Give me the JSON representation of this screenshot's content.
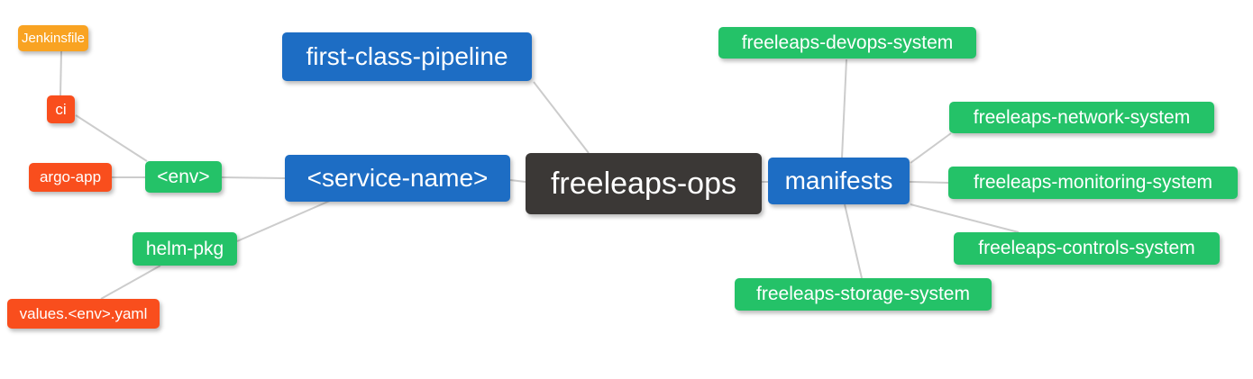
{
  "colors": {
    "root_node": "#3b3836",
    "level1_blue": "#1d6dc4",
    "level2_green": "#24c268",
    "level3_red_orange": "#f94e1d",
    "level4_orange": "#f9a322",
    "edge_line": "#cccccc",
    "background": "#ffffff",
    "node_text": "#ffffff"
  },
  "nodes": {
    "root": {
      "label": "freeleaps-ops"
    },
    "first_class_pipeline": {
      "label": "first-class-pipeline"
    },
    "service_name": {
      "label": "<service-name>"
    },
    "manifests": {
      "label": "manifests"
    },
    "env": {
      "label": "<env>"
    },
    "helm_pkg": {
      "label": "helm-pkg"
    },
    "ci": {
      "label": "ci"
    },
    "argo_app": {
      "label": "argo-app"
    },
    "jenkinsfile": {
      "label": "Jenkinsfile"
    },
    "values_env_yaml": {
      "label": "values.<env>.yaml"
    },
    "devops_system": {
      "label": "freeleaps-devops-system"
    },
    "network_system": {
      "label": "freeleaps-network-system"
    },
    "monitoring_system": {
      "label": "freeleaps-monitoring-system"
    },
    "controls_system": {
      "label": "freeleaps-controls-system"
    },
    "storage_system": {
      "label": "freeleaps-storage-system"
    }
  },
  "edges": [
    {
      "from": "freeleaps-ops",
      "to": "first-class-pipeline"
    },
    {
      "from": "freeleaps-ops",
      "to": "<service-name>"
    },
    {
      "from": "freeleaps-ops",
      "to": "manifests"
    },
    {
      "from": "<service-name>",
      "to": "<env>"
    },
    {
      "from": "<service-name>",
      "to": "helm-pkg"
    },
    {
      "from": "<env>",
      "to": "ci"
    },
    {
      "from": "<env>",
      "to": "argo-app"
    },
    {
      "from": "ci",
      "to": "Jenkinsfile"
    },
    {
      "from": "helm-pkg",
      "to": "values.<env>.yaml"
    },
    {
      "from": "manifests",
      "to": "freeleaps-devops-system"
    },
    {
      "from": "manifests",
      "to": "freeleaps-network-system"
    },
    {
      "from": "manifests",
      "to": "freeleaps-monitoring-system"
    },
    {
      "from": "manifests",
      "to": "freeleaps-controls-system"
    },
    {
      "from": "manifests",
      "to": "freeleaps-storage-system"
    }
  ]
}
